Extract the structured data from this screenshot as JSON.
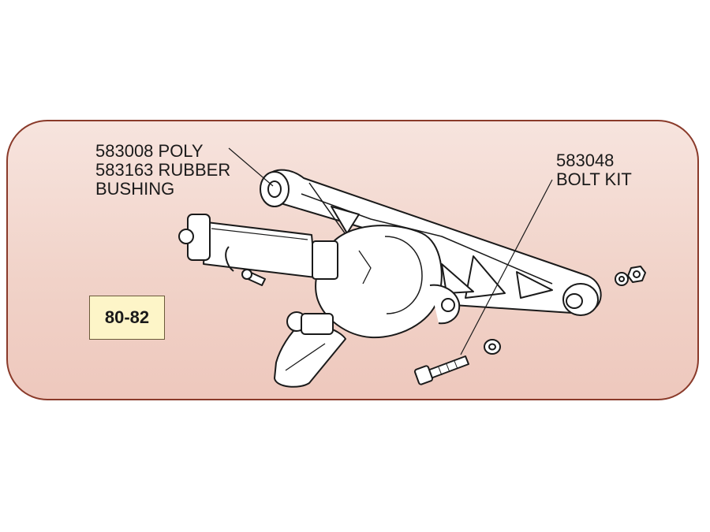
{
  "callouts": {
    "bushing": {
      "line1": "583008 POLY",
      "line2": "583163 RUBBER",
      "line3": "BUSHING"
    },
    "bolt_kit": {
      "line1": "583048",
      "line2": "BOLT KIT"
    }
  },
  "year_badge": "80-82",
  "colors": {
    "panel_border": "#8a3a2a",
    "panel_fill": "#f1d3c9",
    "badge_fill": "#fdf5c8",
    "line_art": "#1a1a1a"
  }
}
